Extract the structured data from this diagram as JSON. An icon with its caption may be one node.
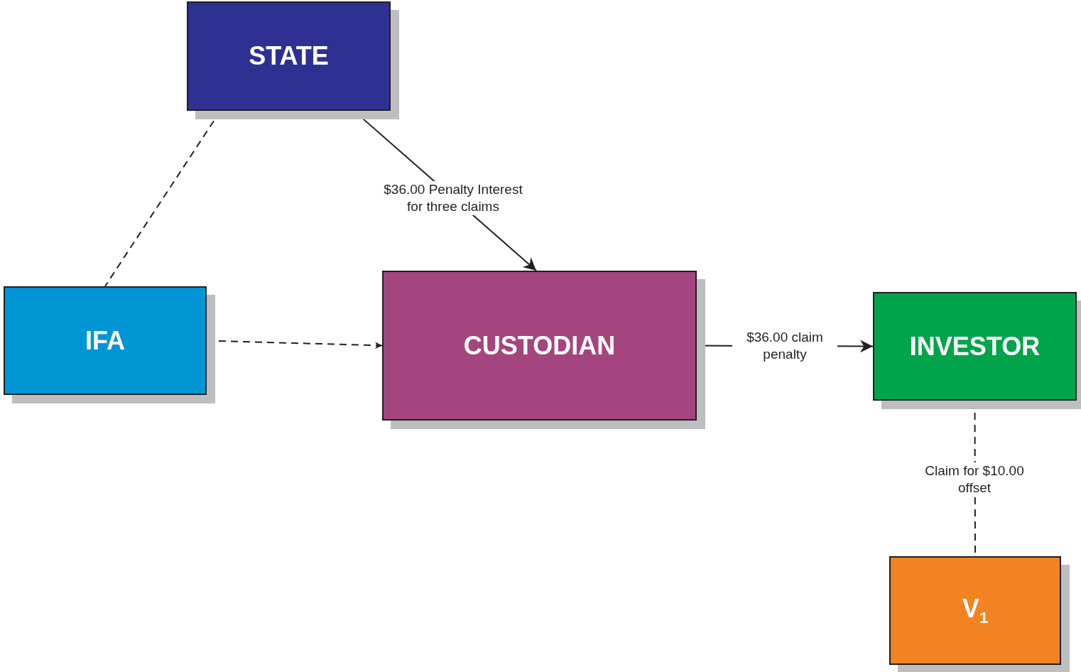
{
  "diagram": {
    "nodes": [
      {
        "text": [
          "STATE"
        ]
      },
      {
        "text": [
          "IFA"
        ]
      },
      {
        "text": [
          "CUSTODIAN"
        ]
      },
      {
        "text": [
          "INVESTOR"
        ]
      },
      {
        "text": [
          "V$_{1}$"
        ]
      }
    ],
    "edges": [
      {
        "from": 0,
        "to": 1,
        "arrow": "none",
        "style": "dashed"
      },
      {
        "from": 0,
        "to": 2,
        "arrow": "to",
        "label": "$36.00 Penalty Interest for three claims"
      },
      {
        "from": 1,
        "to": 2,
        "arrow": "to",
        "style": "dashed"
      },
      {
        "from": 2,
        "to": 3,
        "arrow": "to",
        "label": "$36.00 claim penalty"
      },
      {
        "from": 3,
        "to": 4,
        "arrow": "none",
        "style": "dashed",
        "label": "Claim for $10.00 offset"
      }
    ]
  }
}
